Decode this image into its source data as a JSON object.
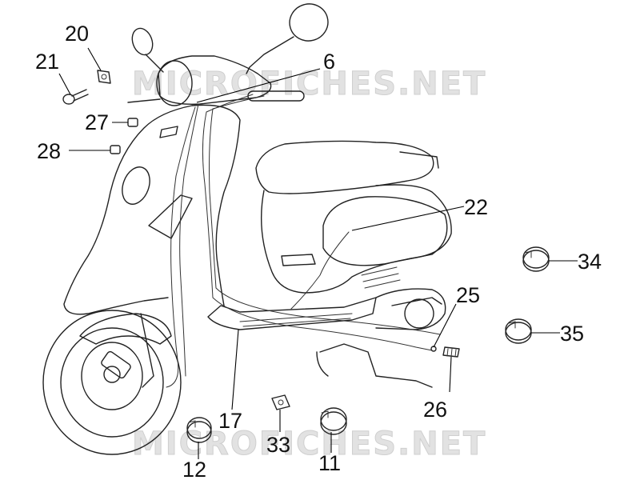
{
  "diagram": {
    "watermark": "MICROFICHES.NET",
    "callouts": [
      {
        "id": "c20",
        "label": "20",
        "part": "cable-clip"
      },
      {
        "id": "c21",
        "label": "21",
        "part": "screw"
      },
      {
        "id": "c27",
        "label": "27",
        "part": "cable-guide"
      },
      {
        "id": "c28",
        "label": "28",
        "part": "cable-guide"
      },
      {
        "id": "c6",
        "label": "6",
        "part": "throttle-cable"
      },
      {
        "id": "c22",
        "label": "22",
        "part": "cable"
      },
      {
        "id": "c34",
        "label": "34",
        "part": "hose-clamp"
      },
      {
        "id": "c25",
        "label": "25",
        "part": "cable-end"
      },
      {
        "id": "c35",
        "label": "35",
        "part": "hose-clamp"
      },
      {
        "id": "c26",
        "label": "26",
        "part": "adjuster-screw"
      },
      {
        "id": "c17",
        "label": "17",
        "part": "brake-cable"
      },
      {
        "id": "c33",
        "label": "33",
        "part": "cable-clip"
      },
      {
        "id": "c11",
        "label": "11",
        "part": "hose-clamp"
      },
      {
        "id": "c12",
        "label": "12",
        "part": "hose-clamp"
      }
    ]
  }
}
